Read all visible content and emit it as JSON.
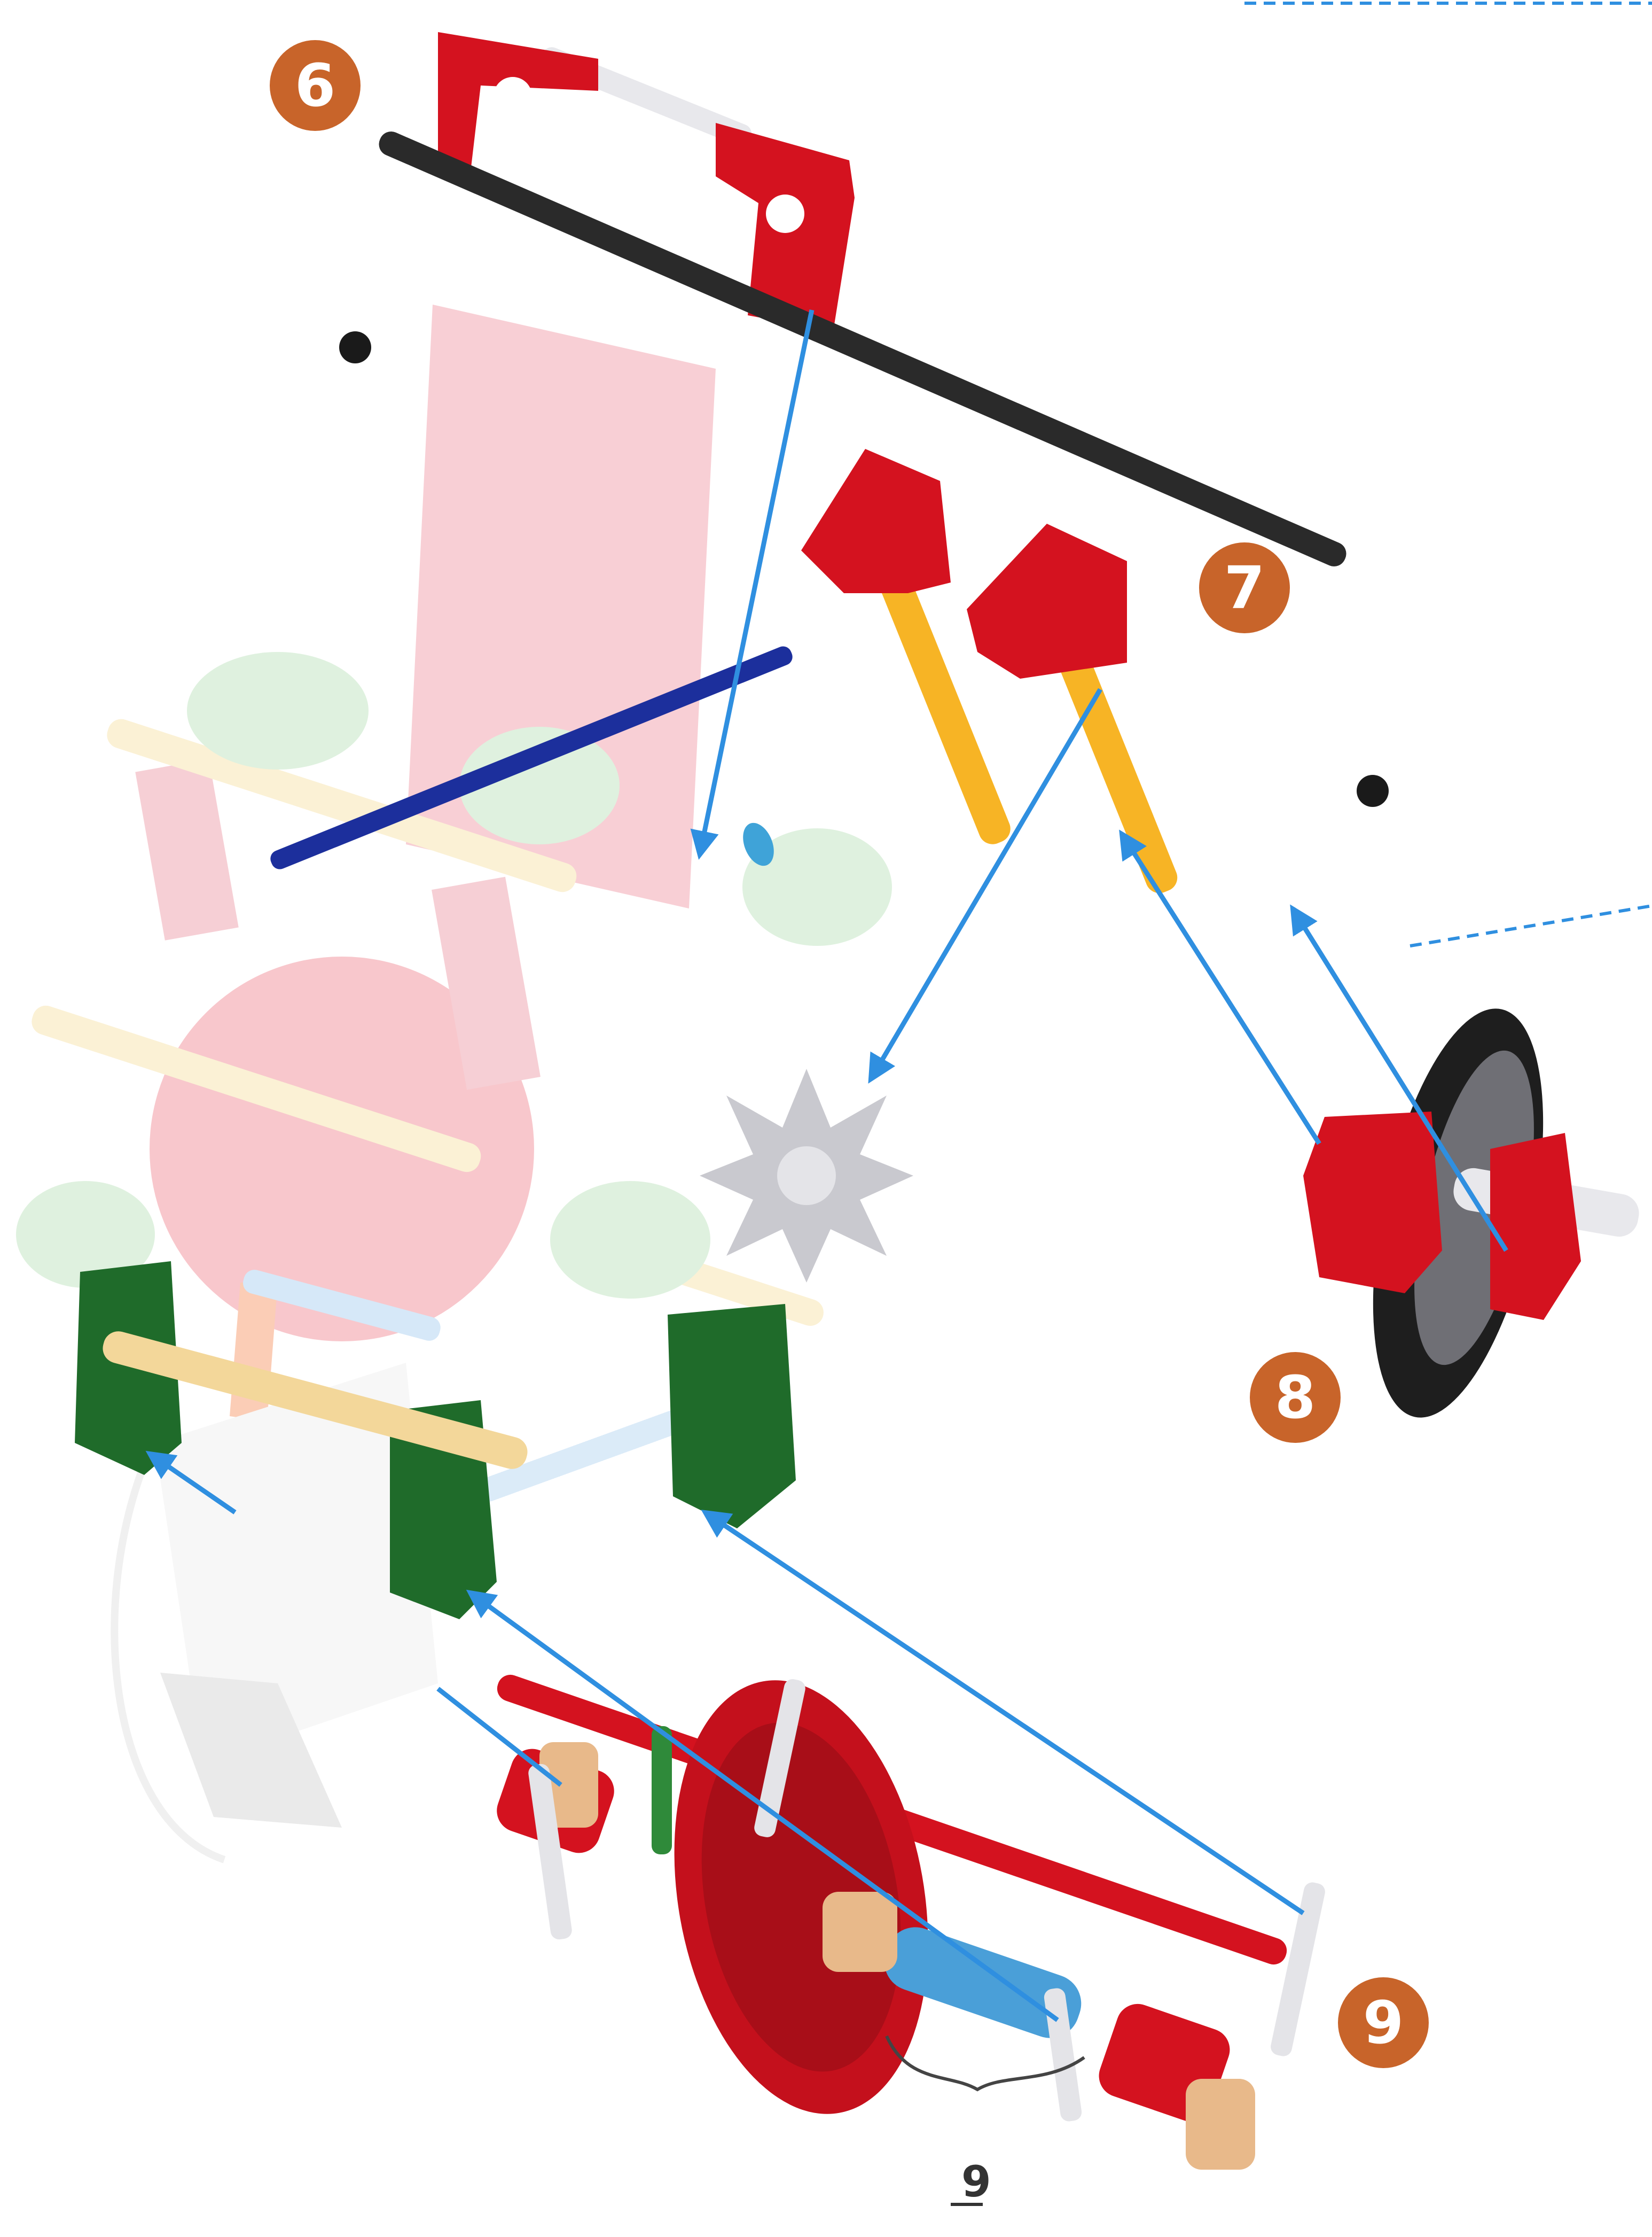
{
  "steps": [
    {
      "id": "step-6",
      "label": "6"
    },
    {
      "id": "step-7",
      "label": "7"
    },
    {
      "id": "step-8",
      "label": "8"
    },
    {
      "id": "step-9",
      "label": "9"
    }
  ],
  "annotations": {
    "spring_count": "9"
  },
  "colors": {
    "arrow": "#2f8fe0",
    "badge": "#c8642a",
    "red_part": "#d4121f",
    "green_part": "#1f6b2a",
    "yellow_rod": "#f7b425",
    "black_rod": "#2a2a2a",
    "blue_spring": "#4a9fd8",
    "tan_part": "#e8b98a",
    "gray_connector": "#c9c9cf"
  }
}
